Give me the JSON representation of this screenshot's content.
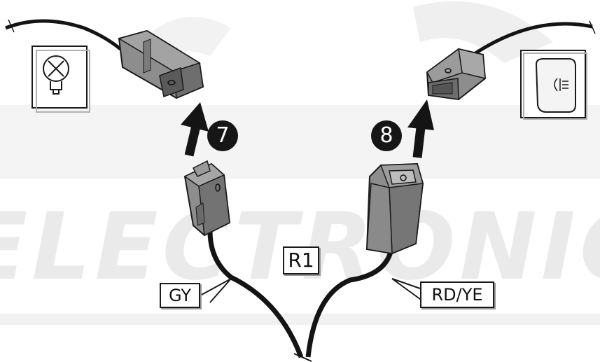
{
  "watermark": {
    "text": "ELECTRONIC",
    "color": "#e9e9e9"
  },
  "colors": {
    "wire": "#141414",
    "connector": "#8a8a8a",
    "connector_dark": "#5e5e5e",
    "outline": "#1a1a1a",
    "step_badge": "#161616"
  },
  "left_panel": {
    "icon": "bulb-icon"
  },
  "right_panel": {
    "icon": "fog-light-switch-icon"
  },
  "steps": [
    {
      "number": "7"
    },
    {
      "number": "8"
    }
  ],
  "labels": {
    "relay": "R1",
    "left_wire": "GY",
    "right_wire": "RD/YE"
  }
}
